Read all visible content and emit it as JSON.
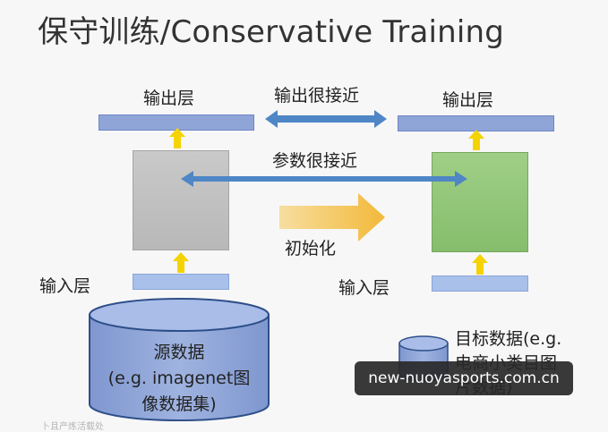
{
  "title": "保守训练/Conservative Training",
  "labels": {
    "output_layer": "输出层",
    "input_layer": "输入层",
    "output_close": "输出很接近",
    "params_close": "参数很接近",
    "init": "初始化"
  },
  "source": {
    "line1": "源数据",
    "line2": "(e.g. imagenet图",
    "line3": "像数据集)"
  },
  "target": {
    "line1": "目标数据(e.g.",
    "line2": "电商小类目图",
    "line3": "片数据)"
  },
  "watermark": "new-nuoyasports.com.cn",
  "footer": "卜且产炼活载处",
  "colors": {
    "layer_bar": "#8fa5d8",
    "arrow_blue": "#4f86c6",
    "arrow_yellow": "#f5d300",
    "init_arrow": "#f2c14e",
    "cylinder": "#8fa5d8",
    "grey_box": "#bfbfbf",
    "green_box": "#8fc477"
  }
}
